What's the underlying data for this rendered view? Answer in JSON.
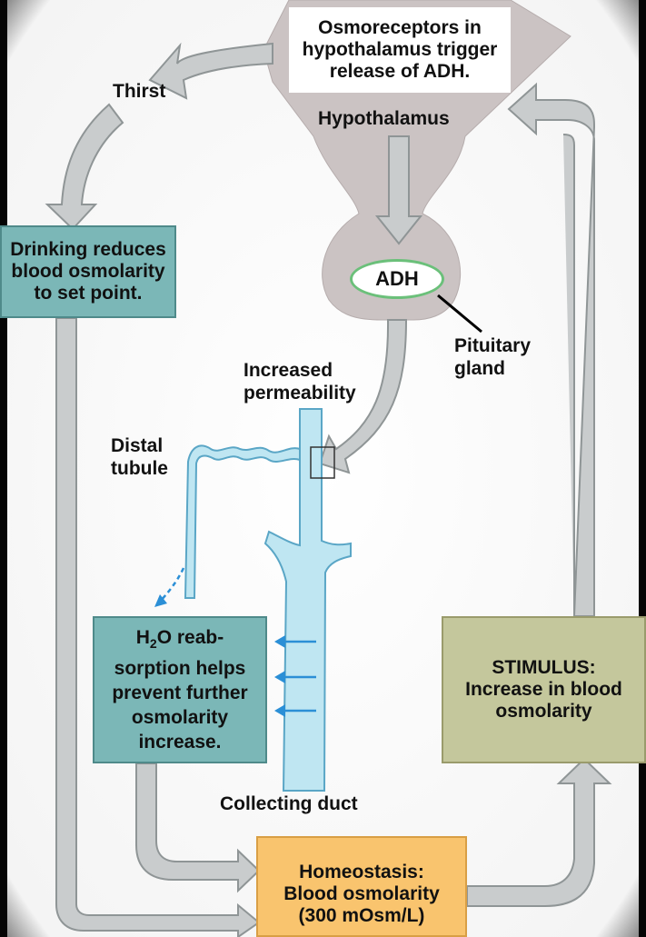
{
  "osmoreceptors_box": {
    "line1": "Osmoreceptors in",
    "line2": "hypothalamus trigger",
    "line3": "release of ADH."
  },
  "thirst_label": "Thirst",
  "hypothalamus_label": "Hypothalamus",
  "drinking_box": {
    "line1": "Drinking reduces",
    "line2": "blood osmolarity",
    "line3": "to set point."
  },
  "adh_label": "ADH",
  "pituitary_label": {
    "line1": "Pituitary",
    "line2": "gland"
  },
  "increased_permeability_label": {
    "line1": "Increased",
    "line2": "permeability"
  },
  "distal_tubule_label": {
    "line1": "Distal",
    "line2": "tubule"
  },
  "h2o_box": {
    "line1_prefix": "H",
    "line1_sub": "2",
    "line1_suffix": "O reab-",
    "line2": "sorption helps",
    "line3": "prevent further",
    "line4": "osmolarity",
    "line5": "increase."
  },
  "stimulus_box": {
    "line1": "STIMULUS:",
    "line2": "Increase in blood",
    "line3": "osmolarity"
  },
  "collecting_duct_label": "Collecting duct",
  "homeostasis_box": {
    "line1": "Homeostasis:",
    "line2": "Blood osmolarity",
    "line3": "(300 mOsm/L)"
  },
  "colors": {
    "arrow_fill": "#c9cccd",
    "arrow_stroke": "#8f9596",
    "gland_fill": "#cbc3c3",
    "duct_fill": "#bfe6f2",
    "duct_stroke": "#5aa6c6",
    "water_arrow": "#2b8fd6",
    "teal_box": "#7bb7b7",
    "olive_box": "#c4c79c",
    "orange_box": "#f9c46e"
  }
}
